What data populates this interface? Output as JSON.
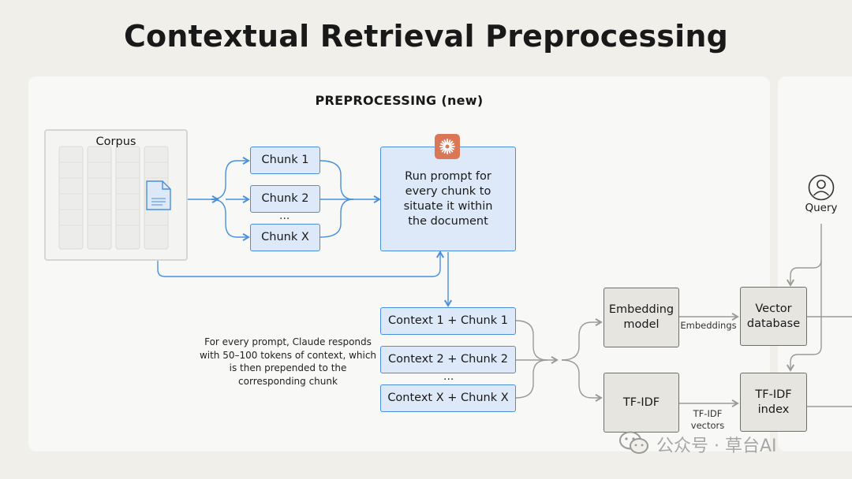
{
  "title": "Contextual Retrieval Preprocessing",
  "section_title": "PREPROCESSING (new)",
  "corpus": {
    "label": "Corpus"
  },
  "chunks": [
    "Chunk 1",
    "Chunk 2",
    "Chunk X"
  ],
  "ellipsis": "...",
  "prompt_box": {
    "text": "Run prompt for every chunk to situate it within the document"
  },
  "contexts": [
    "Context 1 + Chunk 1",
    "Context 2 + Chunk 2",
    "Context X + Chunk X"
  ],
  "note": "For every prompt, Claude responds with 50–100 tokens of context, which is then prepended to the corresponding chunk",
  "embedding_model": "Embedding model",
  "embeddings_label": "Embeddings",
  "vector_database": "Vector database",
  "tfidf": "TF-IDF",
  "tfidf_vectors_label": "TF-IDF vectors",
  "tfidf_index": "TF-IDF index",
  "query": {
    "label": "Query"
  },
  "watermark": "公众号 · 草台AI",
  "colors": {
    "accent_blue": "#4a8fdb",
    "blue_fill": "#dde9f8",
    "gray_fill": "#e6e5e0",
    "claude_orange": "#d97757",
    "background": "#f0efea"
  },
  "icons": [
    "document-icon",
    "claude-logo-icon",
    "user-icon",
    "wechat-icon"
  ]
}
